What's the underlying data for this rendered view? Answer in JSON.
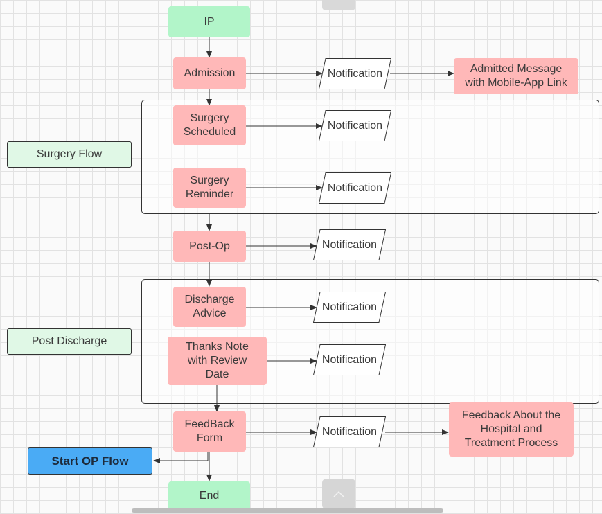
{
  "flow": {
    "ip": "IP",
    "admission": "Admission",
    "surgery_scheduled": "Surgery\nScheduled",
    "surgery_reminder": "Surgery\nReminder",
    "post_op": "Post-Op",
    "discharge_advice": "Discharge\nAdvice",
    "thanks_note": "Thanks Note\nwith Review\nDate",
    "feedback_form": "FeedBack\nForm",
    "end": "End"
  },
  "groups": {
    "surgery_flow": "Surgery Flow",
    "post_discharge": "Post Discharge"
  },
  "notifications": {
    "label": "Notification"
  },
  "outputs": {
    "admitted_message": "Admitted Message\nwith Mobile-App Link",
    "feedback_about": "Feedback About the\nHospital and\nTreatment Process"
  },
  "actions": {
    "start_op_flow": "Start OP Flow"
  },
  "colors": {
    "terminal": "#b2f5c9",
    "process": "#ffb8b8",
    "group_label": "#e0f8e6",
    "action": "#4aabf5"
  },
  "icons": {
    "collapse_toolbar": "chevron-up-icon"
  }
}
